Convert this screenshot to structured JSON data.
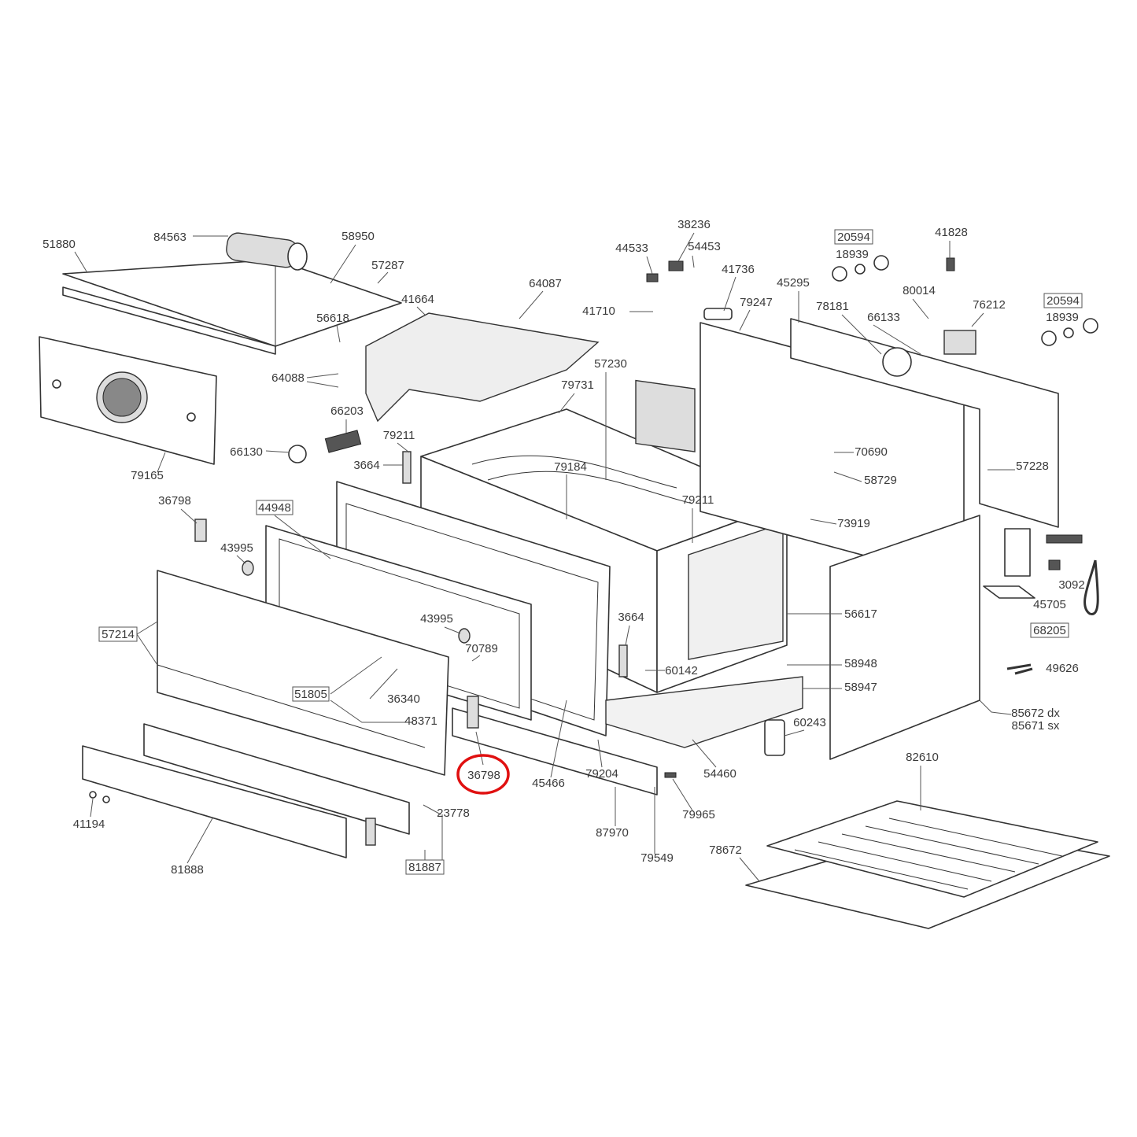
{
  "title": "Oven exploded parts diagram",
  "highlighted_part": "36798",
  "colors": {
    "highlight": "#e01010",
    "line": "#333333",
    "label": "#3a3a3a"
  },
  "labels": [
    "51880",
    "84563",
    "58950",
    "57287",
    "64087",
    "41664",
    "56618",
    "64088",
    "66203",
    "79211",
    "66130",
    "3664",
    "79165",
    "36798",
    "44948",
    "43995",
    "57214",
    "43995",
    "70789",
    "51805",
    "36340",
    "48371",
    "36798",
    "45466",
    "79204",
    "87970",
    "79549",
    "79965",
    "23778",
    "41194",
    "81888",
    "81887",
    "38236",
    "44533",
    "54453",
    "41736",
    "41710",
    "79247",
    "45295",
    "20594",
    "18939",
    "41828",
    "80014",
    "78181",
    "66133",
    "76212",
    "20594",
    "18939",
    "57230",
    "79731",
    "79184",
    "70690",
    "58729",
    "57228",
    "79211",
    "73919",
    "3664",
    "56617",
    "60142",
    "58948",
    "58947",
    "60243",
    "54460",
    "85672 dx",
    "85671 sx",
    "82610",
    "78672",
    "3092",
    "45705",
    "68205",
    "49626"
  ]
}
